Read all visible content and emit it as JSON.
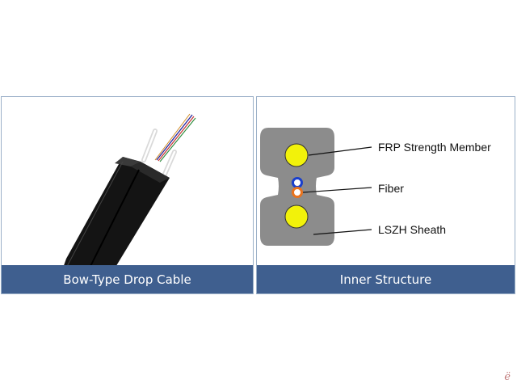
{
  "left_panel": {
    "caption": "Bow-Type Drop Cable"
  },
  "right_panel": {
    "caption": "Inner Structure",
    "labels": {
      "frp": "FRP Strength Member",
      "fiber": "Fiber",
      "sheath": "LSZH Sheath"
    }
  },
  "colors": {
    "caption_bar": "#3f5f8f",
    "sheath_gray": "#8c8c8c",
    "frp_yellow": "#f2f20a",
    "fiber_blue": "#1a3fcc",
    "fiber_orange": "#e8731e",
    "cable_black": "#111111"
  },
  "watermark": "ë"
}
